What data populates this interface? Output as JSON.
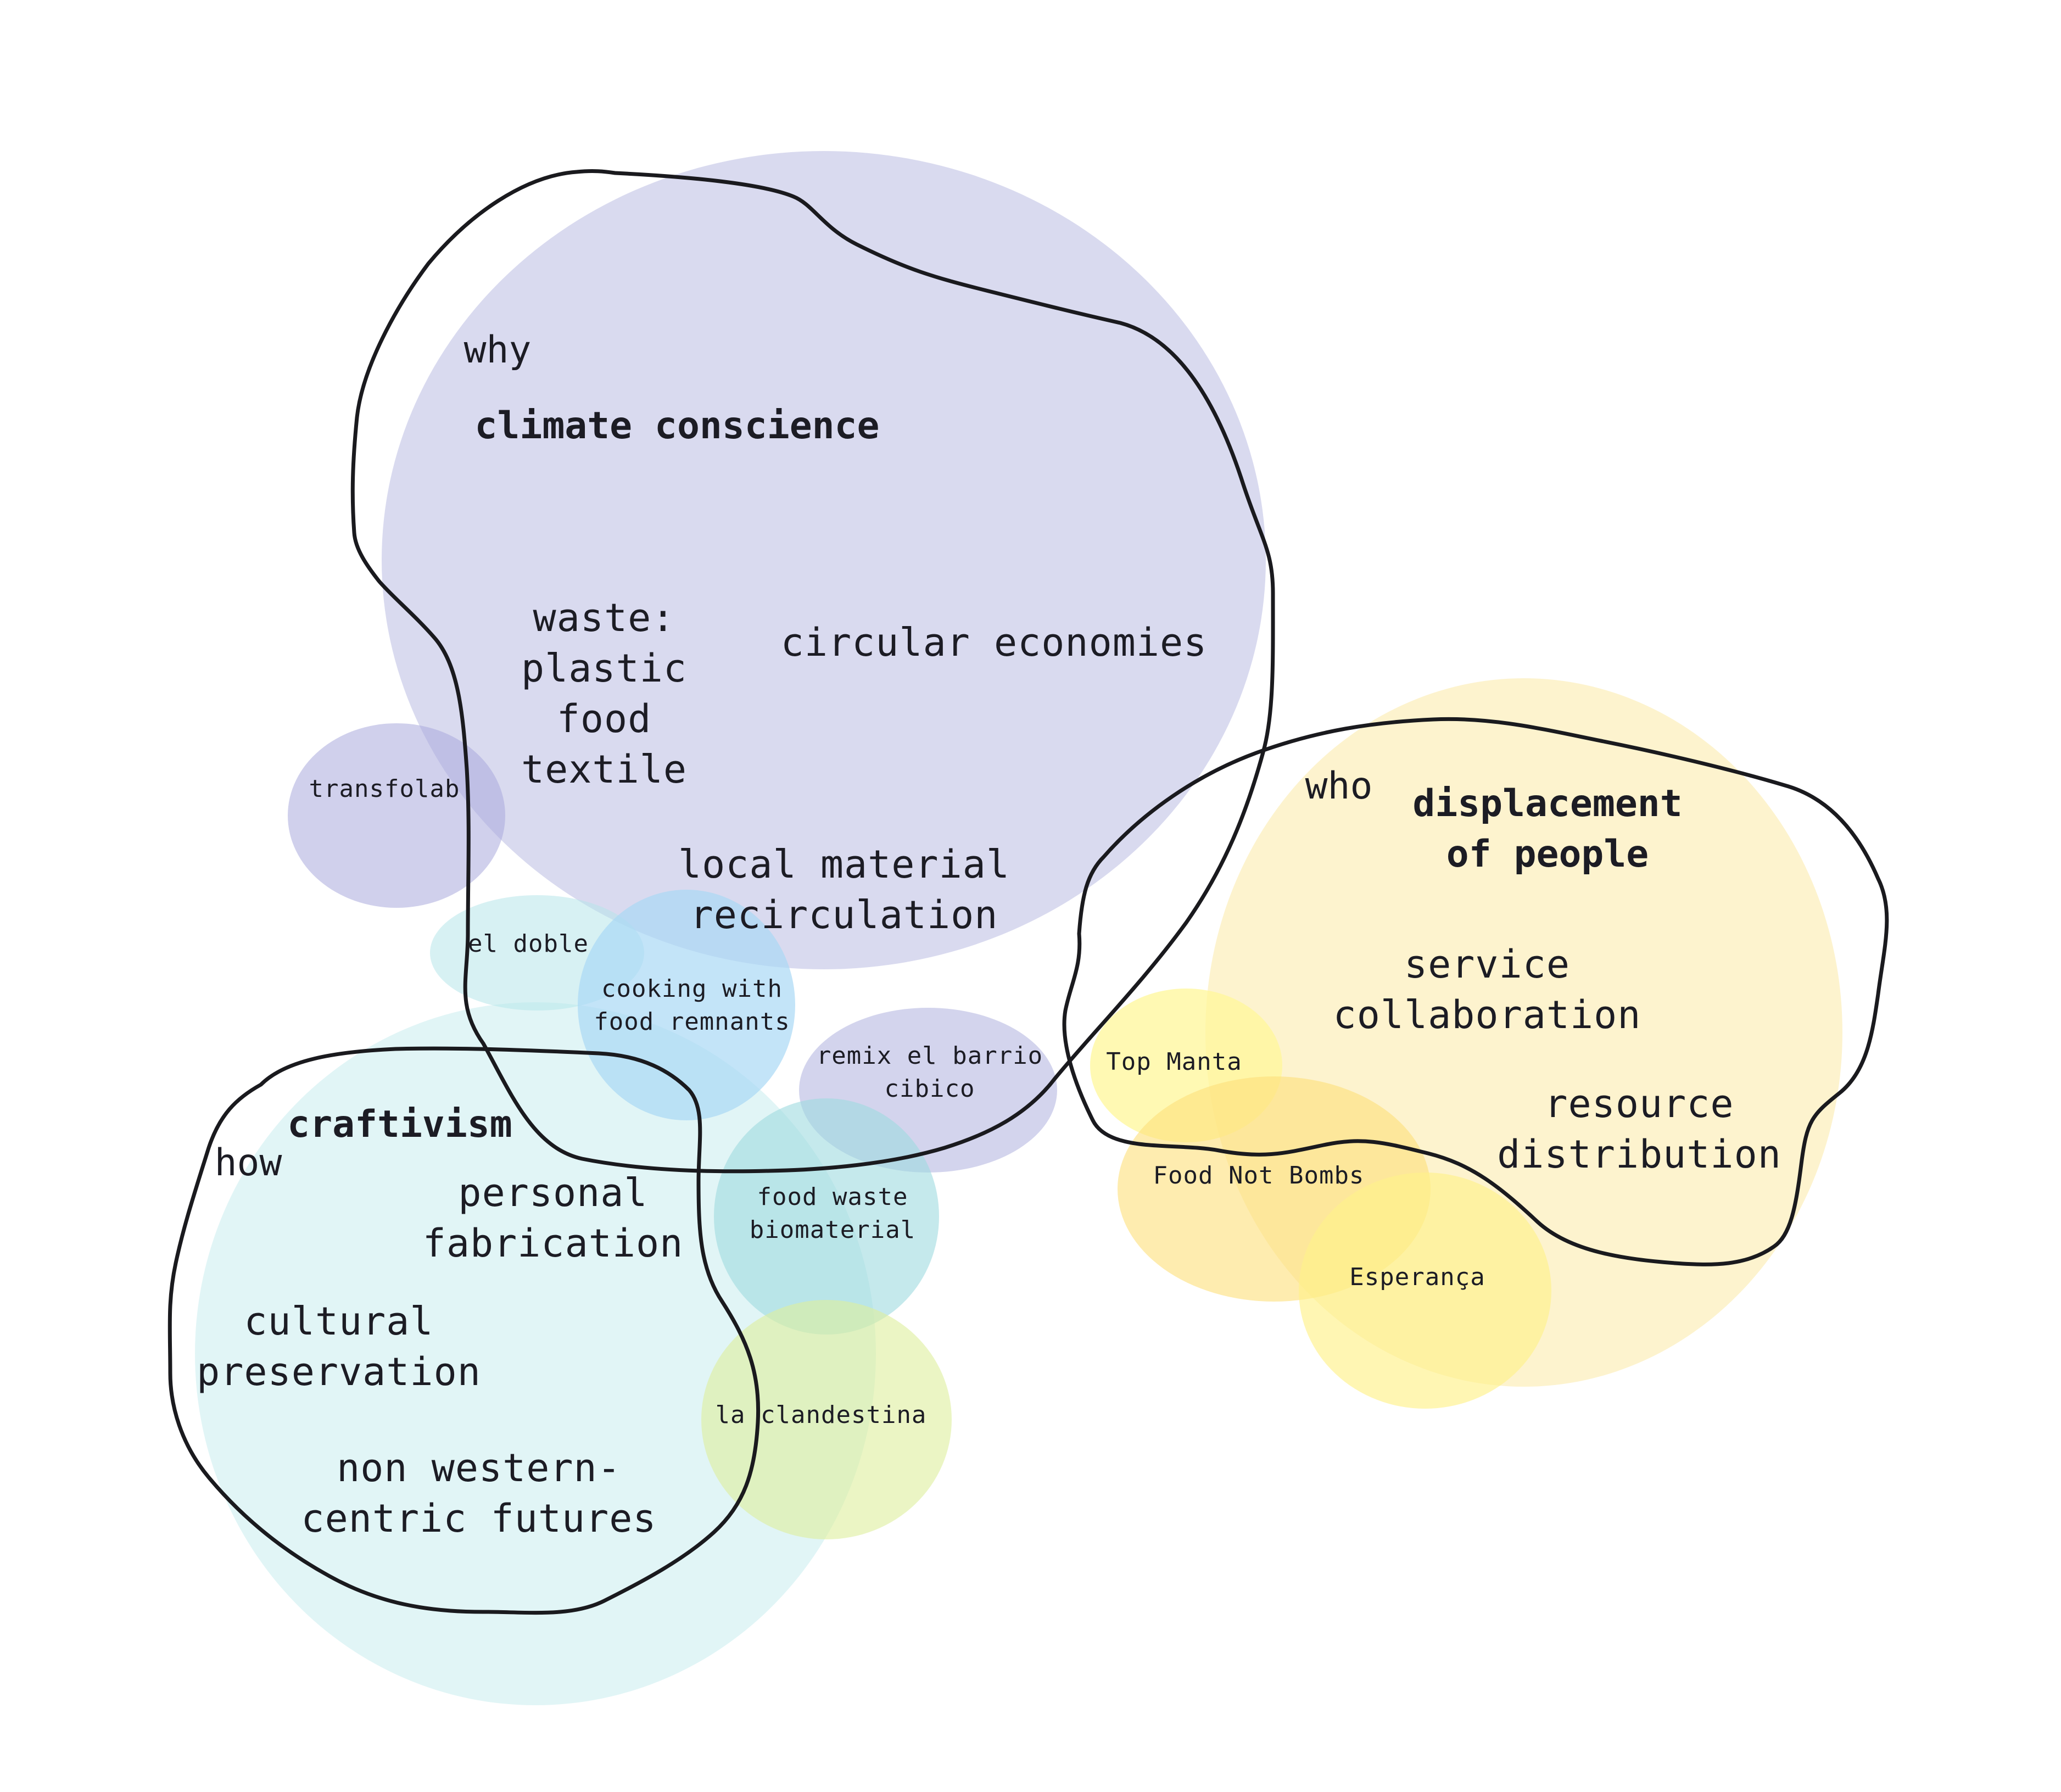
{
  "colors": {
    "lavender": "#d9daef",
    "lavender_strong": "#b9bae2",
    "cyan": "#d7f1f3",
    "cyan_strong": "#a9e2e6",
    "blue": "#a9d8f5",
    "yellow_light": "#fdf2c9",
    "yellow": "#fff4a0",
    "yellow_strong": "#fde27d",
    "lime": "#e2f3b0",
    "outline": "#1a1a1e"
  },
  "groups": {
    "why": {
      "question": "why",
      "title": "climate conscience",
      "themes": [
        "waste:\nplastic\nfood\ntextile",
        "circular economies",
        "local material\nrecirculation"
      ]
    },
    "who": {
      "question": "who",
      "title": "displacement\nof people",
      "themes": [
        "service\ncollaboration",
        "resource\ndistribution"
      ]
    },
    "how": {
      "question": "how",
      "title": "craftivism",
      "themes": [
        "personal\nfabrication",
        "cultural\npreservation",
        "non western-\ncentric futures"
      ]
    }
  },
  "projects": [
    "transfolab",
    "el doble",
    "cooking with\nfood remnants",
    "remix el barrio\ncibico",
    "food waste\nbiomaterial",
    "la clandestina",
    "Top Manta",
    "Food Not Bombs",
    "Esperança"
  ]
}
